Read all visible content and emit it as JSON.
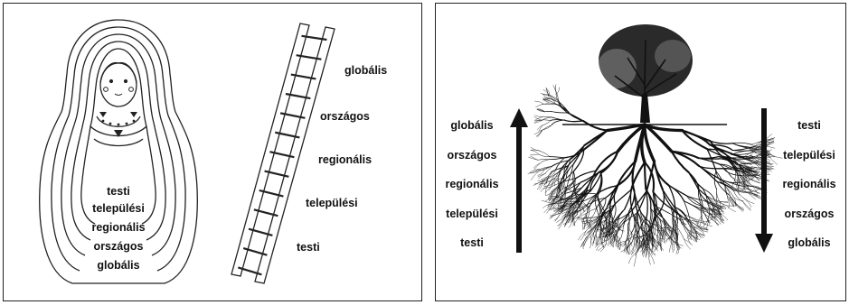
{
  "left_panel": {
    "doll_levels": [
      "testi",
      "települési",
      "regionális",
      "országos",
      "globális"
    ],
    "ladder_levels": [
      "globális",
      "országos",
      "regionális",
      "települési",
      "testi"
    ]
  },
  "right_panel": {
    "up_arrow_levels": [
      "globális",
      "országos",
      "regionális",
      "települési",
      "testi"
    ],
    "down_arrow_levels": [
      "testi",
      "települési",
      "regionális",
      "országos",
      "globális"
    ]
  }
}
